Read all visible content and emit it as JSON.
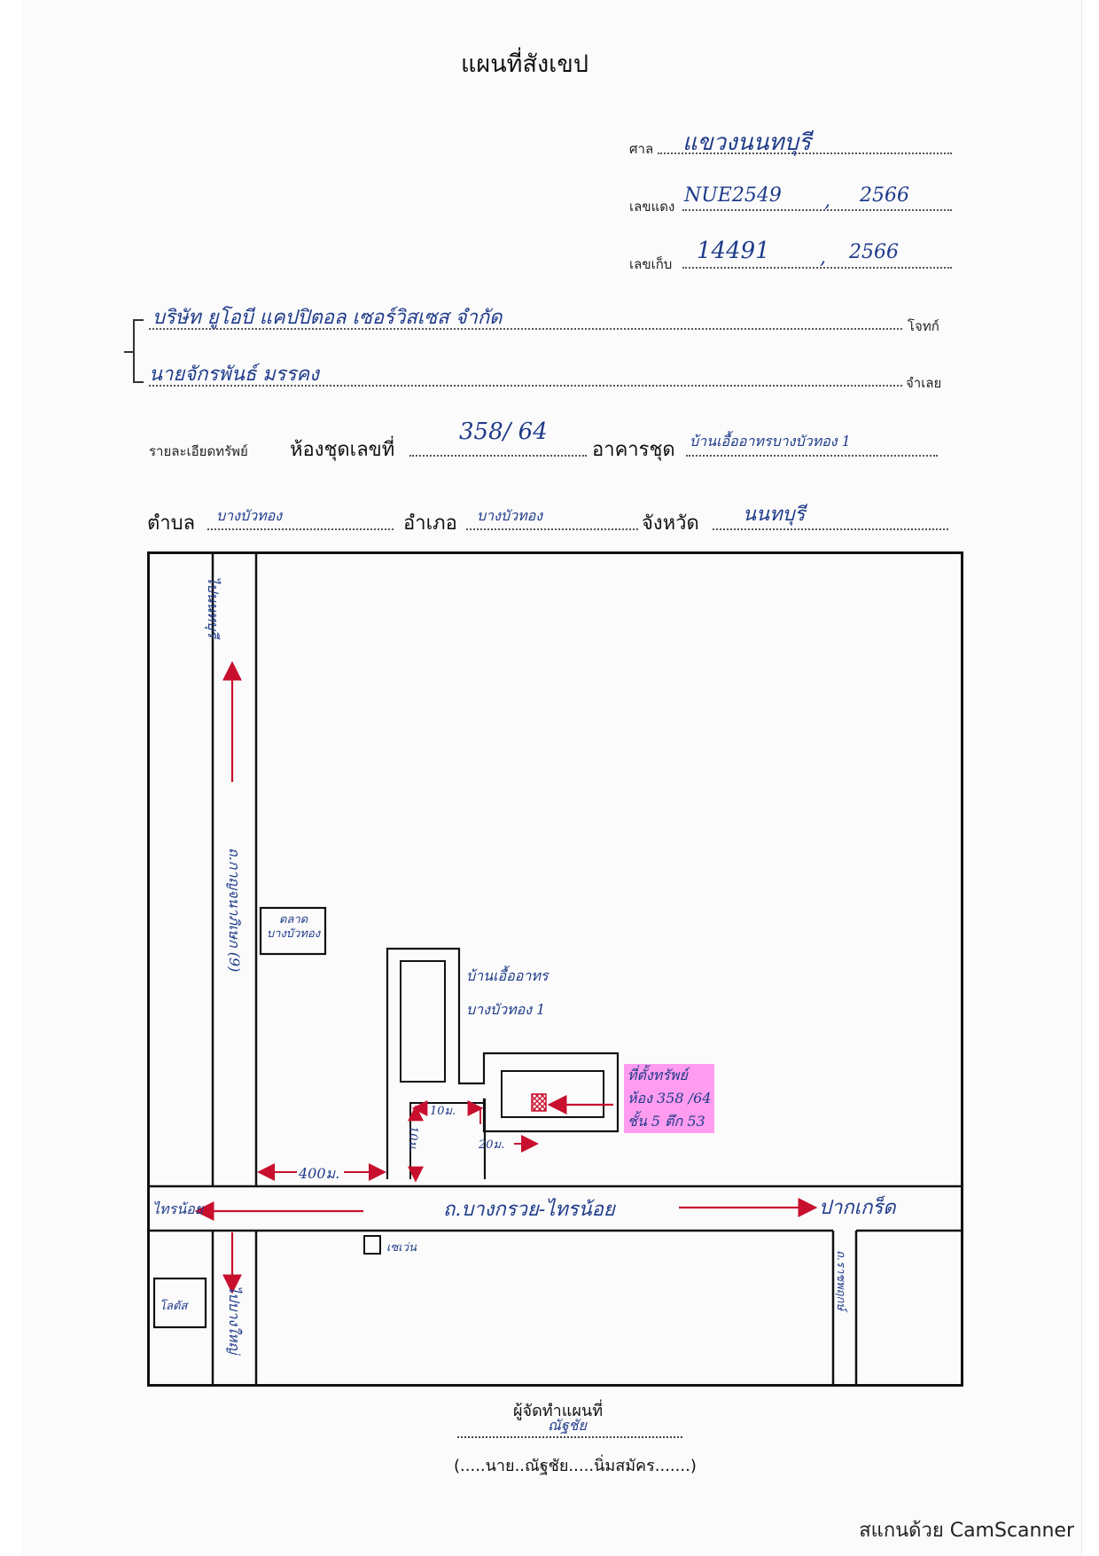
{
  "document": {
    "title": "แผนที่สังเขป",
    "court_label": "ศาล",
    "court_value": "แขวงนนทบุรี",
    "red_case_label": "เลขแดง",
    "red_case_value": "NUE2549",
    "red_case_year": "2566",
    "black_case_label": "เลขเก็บ",
    "black_case_value": "14491",
    "black_case_year": "2566",
    "plaintiff_value": "บริษัท ยูโอบี แคปปิตอล เซอร์วิสเซส จำกัด",
    "plaintiff_label": "โจทก์",
    "defendant_value": "นายจักรพันธ์ มรรคง",
    "defendant_label": "จำเลย",
    "property_detail_label": "รายละเอียดทรัพย์",
    "unit_label": "ห้องชุดเลขที่",
    "unit_value": "358/ 64",
    "building_label": "อาคารชุด",
    "building_value": "บ้านเอื้ออาทรบางบัวทอง 1",
    "subdistrict_label": "ตำบล",
    "subdistrict_value": "บางบัวทอง",
    "district_label": "อำเภอ",
    "district_value": "บางบัวทอง",
    "province_label": "จังหวัด",
    "province_value": "นนทบุรี"
  },
  "map": {
    "road_left_top_label": "ไปนนทบุรี",
    "road_left_name": "ถ.กาญจนาภิเษก (9)",
    "market_label": "ตลาดบางบัวทอง",
    "building_label": "บ้านเอื้ออาทร บางบัวทอง 1",
    "property_callout_1": "ที่ตั้งทรัพย์",
    "property_callout_2": "ห้อง 358 /64",
    "property_callout_3": "ชั้น 5 ตึก 53",
    "dist_10m_a": "10ม.",
    "dist_10m_b": "10ม.",
    "dist_20m": "20ม.",
    "dist_400m": "400ม.",
    "main_road_label": "ถ.บางกรวย-ไทรน้อย",
    "left_dest": "ไทรน้อย",
    "right_dest": "ปากเกร็ด",
    "seven_eleven": "เซเว่น",
    "lotus": "โลตัส",
    "road_left_bottom_label": "ไปบางใหญ่",
    "road_right_bottom_label": "ถ.ราชพฤกษ์",
    "accent_red": "#c8102e",
    "highlight_pink": "#ff9cf0"
  },
  "footer": {
    "maker_label": "ผู้จัดทำแผนที่",
    "signature": "ณัฐชัย",
    "maker_name": "(.....นาย..ณัฐชัย.....นิ่มสมัคร.......)"
  },
  "watermark": "สแกนด้วย CamScanner"
}
